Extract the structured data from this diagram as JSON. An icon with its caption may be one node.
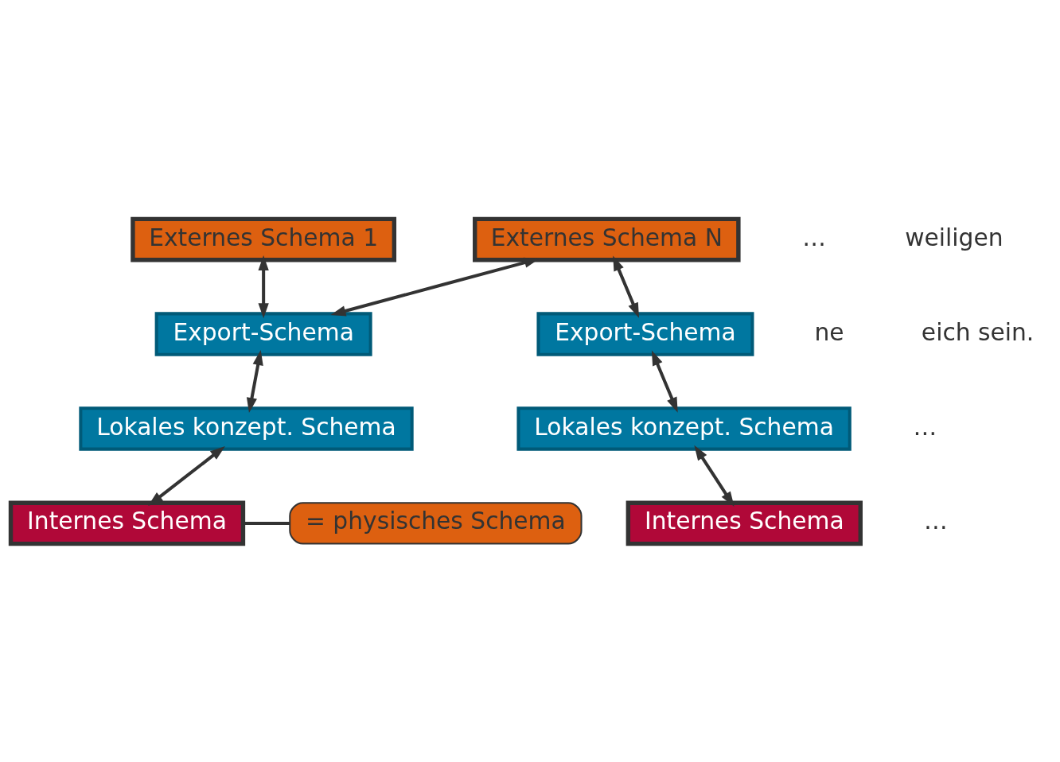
{
  "diagram": {
    "nodes": [
      {
        "text": [
          "Externes Schema 1"
        ]
      },
      {
        "text": [
          "Externes Schema N"
        ]
      },
      {
        "text": [
          "Export-Schema"
        ]
      },
      {
        "text": [
          "Export-Schema"
        ]
      },
      {
        "text": [
          "Lokales konzept. Schema"
        ]
      },
      {
        "text": [
          "Lokales konzept. Schema"
        ]
      },
      {
        "text": [
          "Internes Schema"
        ]
      },
      {
        "text": [
          "Internes Schema"
        ]
      },
      {
        "text": [
          "= physisches Schema"
        ]
      }
    ],
    "edges": [
      {
        "from": 0,
        "to": 2,
        "arrow": "both"
      },
      {
        "from": 1,
        "to": 2,
        "arrow": "both"
      },
      {
        "from": 1,
        "to": 3,
        "arrow": "both"
      },
      {
        "from": 2,
        "to": 4,
        "arrow": "both"
      },
      {
        "from": 3,
        "to": 5,
        "arrow": "both"
      },
      {
        "from": 4,
        "to": 6,
        "arrow": "both"
      },
      {
        "from": 5,
        "to": 7,
        "arrow": "both"
      },
      {
        "from": 8,
        "to": 6,
        "arrow": "none"
      }
    ],
    "labels": [
      "…",
      "weiligen",
      "ne",
      "eich sein.",
      "…",
      "…"
    ]
  }
}
